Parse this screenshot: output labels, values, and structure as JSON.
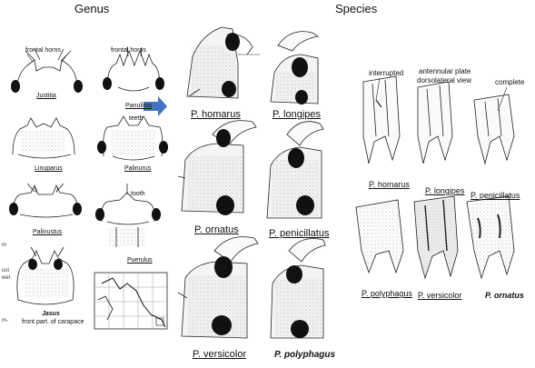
{
  "headers": {
    "genus": "Genus",
    "species": "Species"
  },
  "genus_labels": {
    "frontal_horns_left": "frontal horns",
    "frontal_horns_right": "frontal horns",
    "justitia": "Justitia",
    "panulirus": "Panulirus",
    "teeth": "teeth",
    "linuparus": "Linuparus",
    "palinurus": "Palinurus",
    "tooth": "tooth",
    "palinustus": "Palinustus",
    "puerulus": "Puerulus",
    "jasus": "Jasus",
    "jasus_sub": "front part. of carapace"
  },
  "edge_marks": [
    "m",
    "ust",
    "wel",
    "m-"
  ],
  "species_heads": {
    "homarus": [
      "P",
      ". homarus"
    ],
    "longipes": [
      "P",
      ". longipes"
    ],
    "ornatus": [
      "P",
      ". ornatus"
    ],
    "penicillatus": [
      "P",
      ". penicillatus"
    ],
    "versicolor": [
      "P",
      ". versicolor"
    ],
    "polyphagus": "P. polyphagus"
  },
  "plate_labels": {
    "interrupted": "interrupted",
    "antennular_plate": "antennular plate",
    "dorsolateral": "dorsolateral view",
    "complete": "complete",
    "homarus": [
      "P",
      ". homarus"
    ],
    "longipes": [
      "P",
      ". longipes"
    ],
    "penicillatus": [
      "P",
      ". penicillatus"
    ],
    "polyphagus": [
      "P",
      ". polyphagus"
    ],
    "versicolor": [
      "P",
      ". versicolor"
    ],
    "ornatus": "P. ornatus"
  },
  "colors": {
    "arrow": "#4472c4",
    "ink": "#111111"
  }
}
